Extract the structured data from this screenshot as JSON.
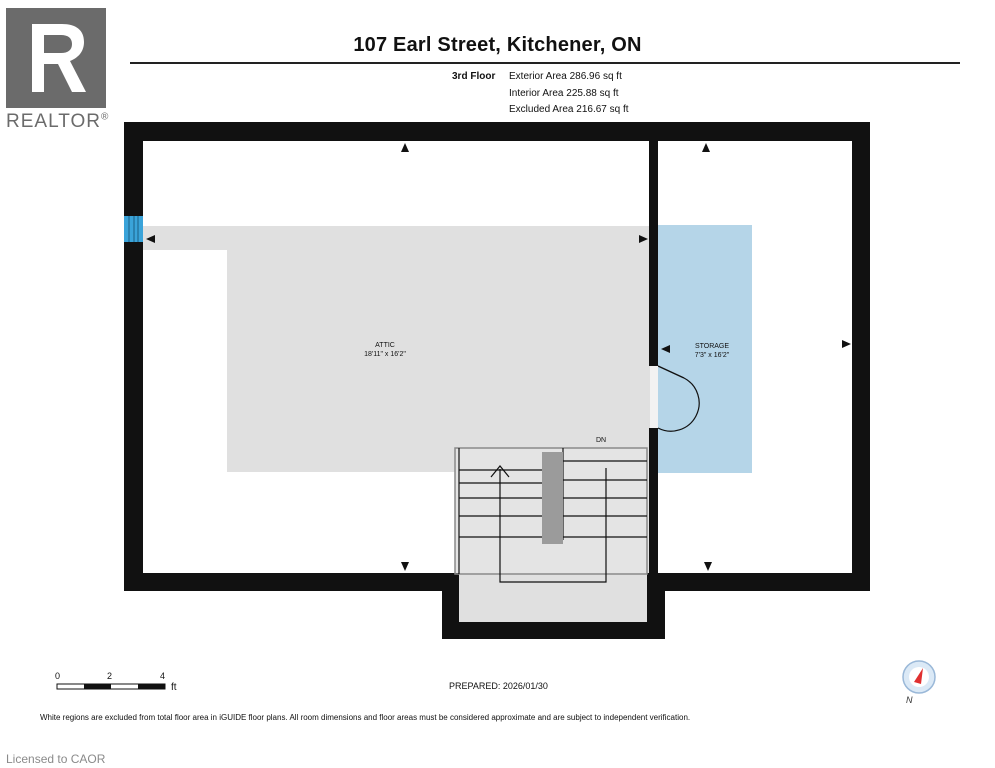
{
  "header": {
    "title": "107 Earl Street, Kitchener, ON",
    "floor_label": "3rd Floor",
    "exterior_area": "Exterior Area 286.96 sq ft",
    "interior_area": "Interior Area 225.88 sq ft",
    "excluded_area": "Excluded Area 216.67 sq ft"
  },
  "watermark": {
    "logo_text": "REALTOR",
    "logo_mark": "®",
    "licensed": "Licensed to CAOR"
  },
  "rooms": [
    {
      "name": "ATTIC",
      "dimensions": "18'11\" x 16'2\""
    },
    {
      "name": "STORAGE",
      "dimensions": "7'3\" x 16'2\""
    }
  ],
  "stair_label": "DN",
  "scale": {
    "ticks": [
      "0",
      "2",
      "4"
    ],
    "unit": "ft"
  },
  "footer": {
    "prepared": "PREPARED: 2026/01/30",
    "disclaimer": "White regions are excluded from total floor area in iGUIDE floor plans. All room dimensions and floor areas must be considered approximate and are subject to independent verification."
  },
  "compass": {
    "label": "N"
  },
  "colors": {
    "wall": "#111111",
    "attic_fill": "#e0e0e0",
    "storage_fill": "#b5d5e8",
    "window": "#3aa3d9",
    "logo_gray": "#6b6b6b"
  }
}
